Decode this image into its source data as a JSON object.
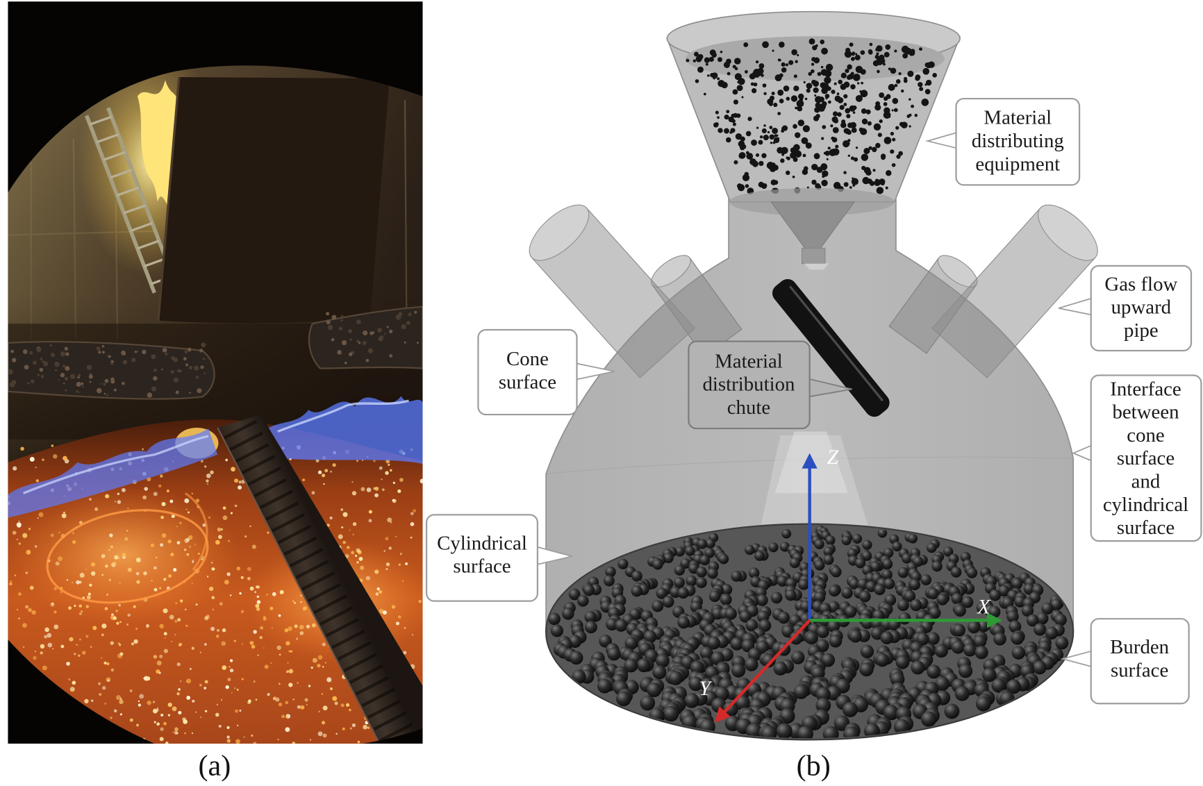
{
  "panel_a": {
    "label": "(a)"
  },
  "panel_b": {
    "label": "(b)",
    "callouts": {
      "material_distributing_equipment": {
        "lines": [
          "Material",
          "distributing",
          "equipment"
        ]
      },
      "gas_flow_upward_pipe": {
        "lines": [
          "Gas flow",
          "upward",
          "pipe"
        ]
      },
      "cone_surface": {
        "lines": [
          "Cone",
          "surface"
        ]
      },
      "material_distribution_chute": {
        "lines": [
          "Material",
          "distribution",
          "chute"
        ]
      },
      "cone_cylinder_interface": {
        "lines": [
          "Interface",
          "between",
          "cone",
          "surface",
          "and",
          "cylindrical",
          "surface"
        ]
      },
      "cylindrical_surface": {
        "lines": [
          "Cylindrical",
          "surface"
        ]
      },
      "burden_surface": {
        "lines": [
          "Burden",
          "surface"
        ]
      }
    },
    "axes": {
      "z": "Z",
      "x": "X",
      "y": "Y"
    },
    "axis_colors": {
      "z": "#2b4fc2",
      "x": "#2f9a35",
      "y": "#d42a2a"
    }
  },
  "colors": {
    "furnace_body": "#b4b4b4",
    "burden_particles": "#1c1c1c",
    "glowing_burden": "#c9601f",
    "gas_flame": "#6f8cff"
  }
}
